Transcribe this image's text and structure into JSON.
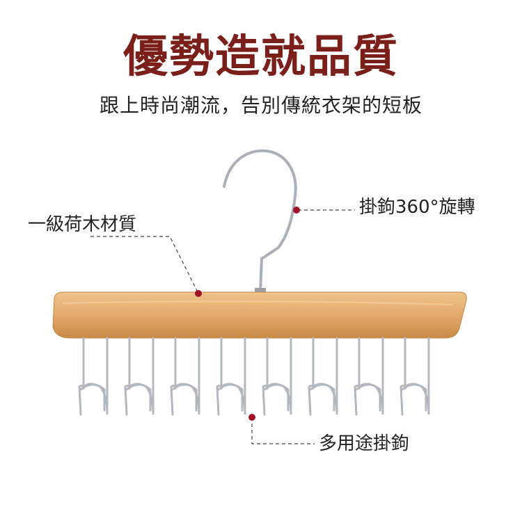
{
  "header": {
    "title": "優勢造就品質",
    "subtitle": "跟上時尚潮流，告別傳統衣架的短板"
  },
  "callouts": {
    "material": "一級荷木材質",
    "hook_rotation": "掛鉤360°旋轉",
    "multi_hooks": "多用途掛鉤"
  },
  "colors": {
    "title": "#7a1f1a",
    "marker": "#a0102a",
    "wood_light": "#e8b57a",
    "wood_dark": "#c98a48",
    "metal": "#b9bec4"
  }
}
